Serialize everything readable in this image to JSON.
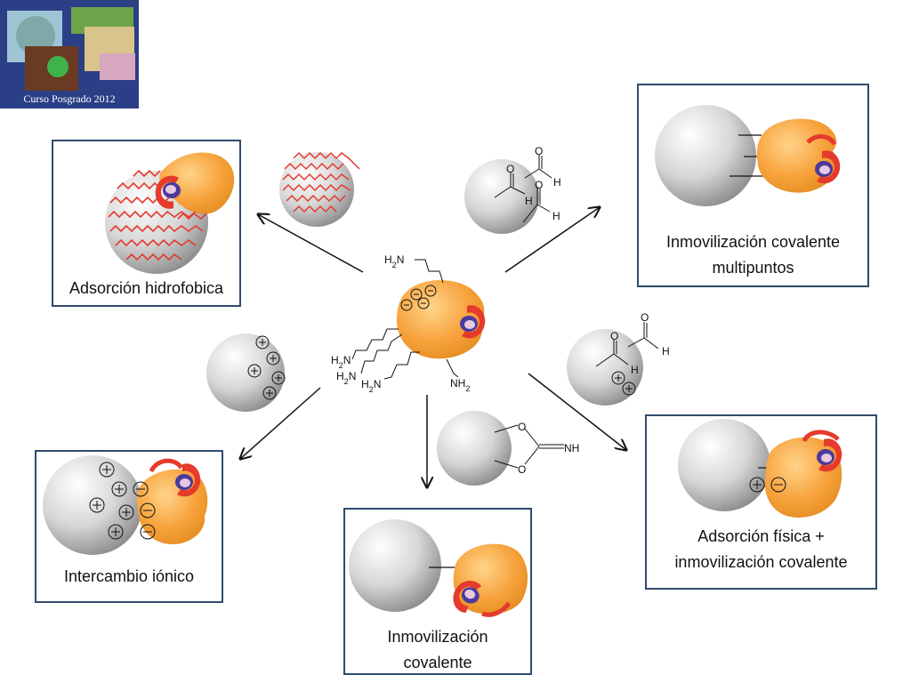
{
  "logo": {
    "caption": "Curso Posgrado 2012"
  },
  "center_enzyme": {
    "amine_labels": [
      "H2N",
      "H2N",
      "H2N",
      "H2N",
      "NH2"
    ]
  },
  "support_labels": {
    "imidocarbonate": "NH",
    "aldehyde_O": "O",
    "aldehyde_H": "H"
  },
  "boxes": {
    "hydrophobic": {
      "title": "Adsorción hidrofobica"
    },
    "multipoint": {
      "title_line1": "Inmovilización covalente",
      "title_line2": "multipuntos"
    },
    "ionic": {
      "title": "Intercambio iónico"
    },
    "covalent": {
      "title_line1": "Inmovilización",
      "title_line2": "covalente"
    },
    "physical_covalent": {
      "title_line1": "Adsorción física +",
      "title_line2": "inmovilización covalente"
    }
  },
  "colors": {
    "box_border": "#2f4a6e",
    "enzyme": "#f7a13a",
    "hydrophobic_chain": "#e53a2c",
    "active_site_red": "#e53a2c",
    "active_site_blue": "#4b3a9c"
  }
}
